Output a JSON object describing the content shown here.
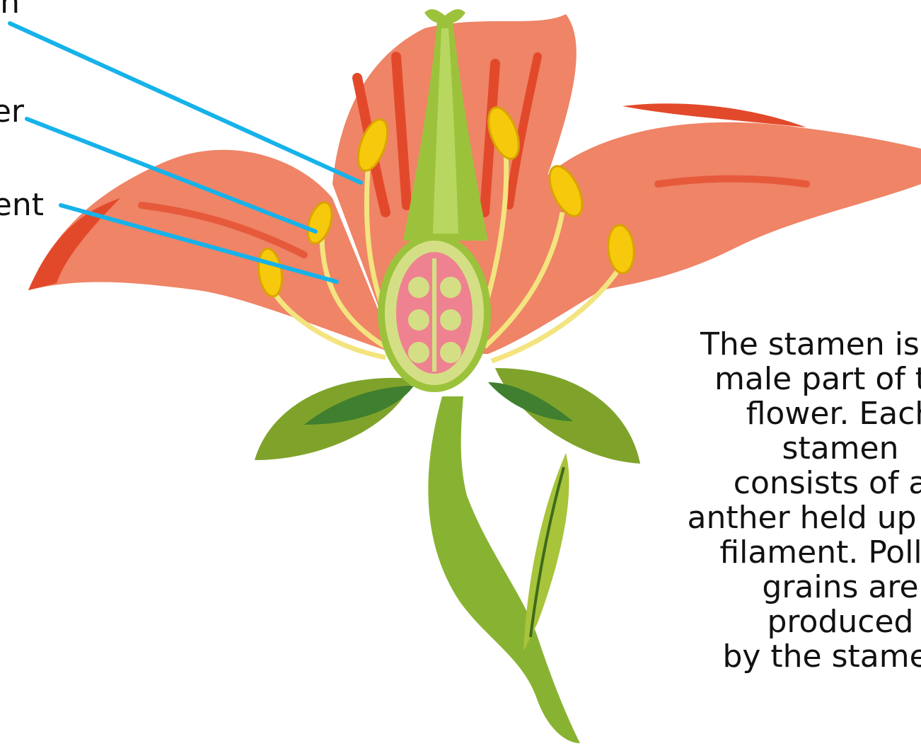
{
  "labels": {
    "stamen": "Stamen",
    "anther": "Anther",
    "filament": "Filament"
  },
  "description": {
    "lines": [
      "The stamen is the",
      "male part of the",
      "flower. Each stamen",
      "consists of an",
      "anther held up by a",
      "filament. Pollen",
      "grains are produced",
      "by the stamen."
    ]
  },
  "colors": {
    "petal": "#ef8467",
    "petal_stripe": "#e2492a",
    "anther": "#f7c90c",
    "filament": "#f3e47f",
    "pistil": "#9cc23c",
    "ovary": "#ef8290",
    "sepal": "#7fa32a",
    "leader_line": "#16b2ea"
  }
}
